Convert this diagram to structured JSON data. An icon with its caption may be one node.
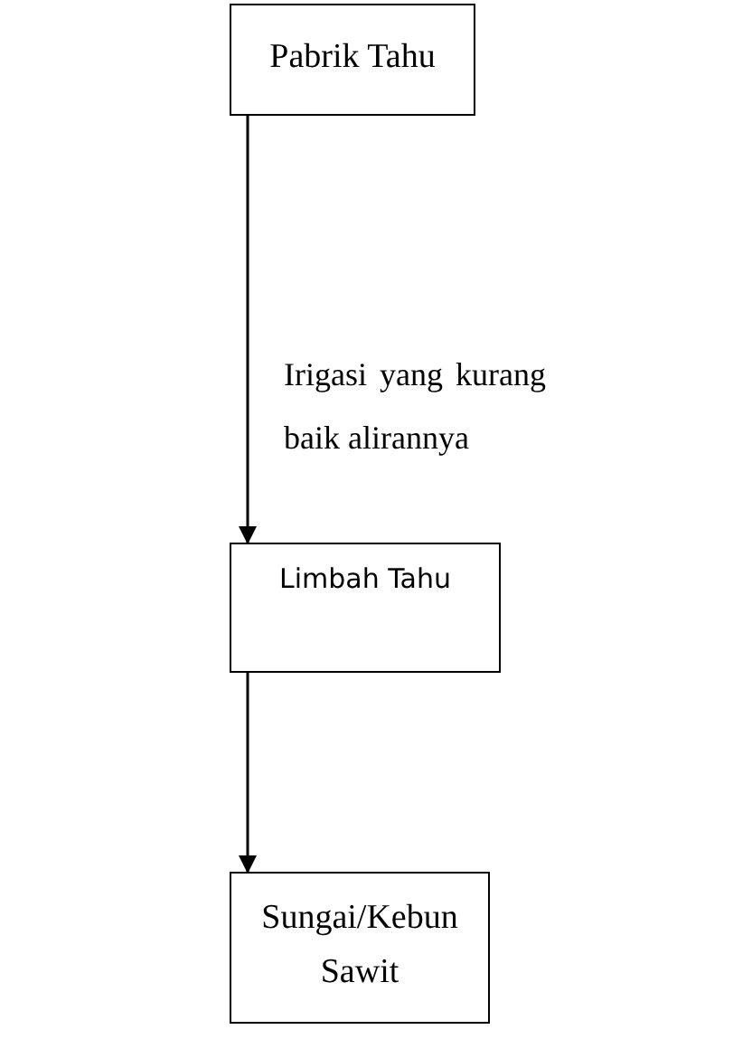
{
  "diagram": {
    "nodes": [
      {
        "text": [
          "Pabrik Tahu"
        ]
      },
      {
        "text": [
          "Limbah Tahu"
        ]
      },
      {
        "text": [
          "Sungai/Kebun Sawit"
        ]
      }
    ],
    "edges": [
      {
        "from": 0,
        "to": 1,
        "arrow": "to"
      },
      {
        "from": 1,
        "to": 2,
        "arrow": "to"
      }
    ],
    "labels": [
      "Irigasi yang kurang baik alirannya"
    ]
  }
}
